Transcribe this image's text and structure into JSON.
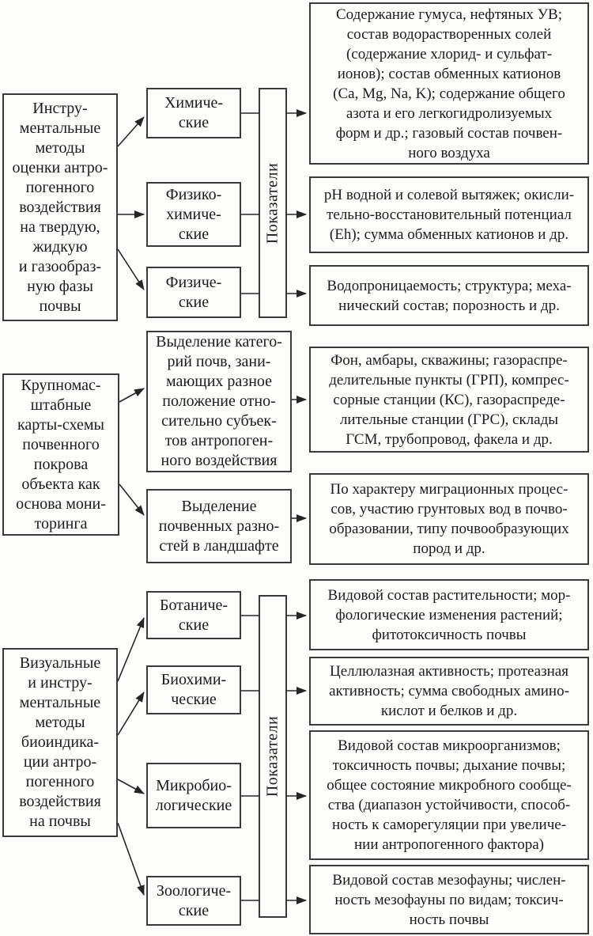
{
  "diagram": {
    "indicator_bar_label": "Показатели",
    "sections": [
      {
        "source": "Инстру-\nментальные\nметоды\nоценки антро-\nпогенного\nвоздействия\nна твердую,\nжидкую\nи газообраз-\nную фазы\nпочвы",
        "methods": [
          {
            "label": "Химиче-\nские",
            "indicators": "Содержание гумуса, нефтяных УВ;\nсостав водорастворенных солей\n(содержание хлорид- и сульфат-\nионов); состав обменных катионов\n(Ca, Mg, Na, K); содержание общего\nазота и его легкогидролизуемых\nформ и др.; газовый состав почвен-\nного воздуха"
          },
          {
            "label": "Физико-\nхимиче-\nские",
            "indicators": "pH водной и солевой вытяжек; окисли-\nтельно-восстановительный потенциал\n(Eh); сумма обменных катионов и др."
          },
          {
            "label": "Физиче-\nские",
            "indicators": "Водопроницаемость; структура; меха-\nнический состав; порозность и др."
          }
        ]
      },
      {
        "source": "Крупномас-\nштабные\nкарты-схемы\nпочвенного\nпокрова\nобъекта как\nоснова мони-\nторинга",
        "methods": [
          {
            "label": "Выделение катего-\nрий почв, зани-\nмающих разное\nположение отно-\nсительно субъек-\nтов антропоген-\nного воздействия",
            "indicators": "Фон, амбары, скважины; газораспре-\nделительные пункты (ГРП), компрес-\nсорные станции (КС), газораспреде-\nлительные станции (ГРС), склады\nГСМ, трубопровод, факела и др."
          },
          {
            "label": "Выделение\nпочвенных разно-\nстей в ландшафте",
            "indicators": "По характеру миграционных процес-\nсов, участию грунтовых вод в почво-\nобразовании, типу почвообразующих\nпород и др."
          }
        ]
      },
      {
        "source": "Визуальные\nи инстру-\nментальные\nметоды\nбиоиндика-\nции антро-\nпогенного\nвоздействия\nна почвы",
        "methods": [
          {
            "label": "Ботаниче-\nские",
            "indicators": "Видовой состав растительности; мор-\nфологические изменения растений;\nфитотоксичность почвы"
          },
          {
            "label": "Биохими-\nческие",
            "indicators": "Целлюлазная активность; протеазная\nактивность; сумма свободных амино-\nкислот и белков и др."
          },
          {
            "label": "Микробио-\nлогические",
            "indicators": "Видовой состав микроорганизмов;\nтоксичность почвы; дыхание почвы;\nобщее состояние микробного сообще-\nства (диапазон устойчивости, способ-\nность к саморегуляции при увеличе-\nнии антропогенного фактора)"
          },
          {
            "label": "Зоологиче-\nские",
            "indicators": "Видовой состав мезофауны; числен-\nность мезофауны по видам; токсич-\nность почвы"
          }
        ]
      }
    ]
  }
}
